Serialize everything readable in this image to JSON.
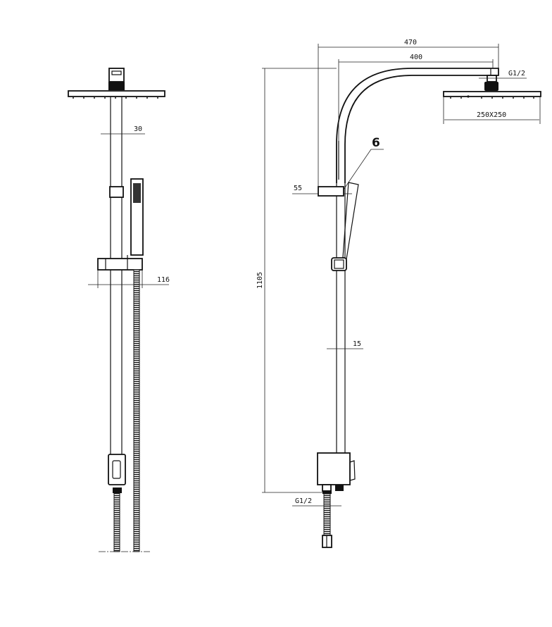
{
  "drawing": {
    "front_view": {
      "pole_width_label": "30",
      "holder_depth_label": "116"
    },
    "side_view": {
      "overall_reach_label": "470",
      "arm_reach_label": "400",
      "head_connection_label": "G1/2",
      "head_size_label": "250X250",
      "part_number_label": "6",
      "slider_label": "55",
      "height_label": "1105",
      "pipe_label": "15",
      "inlet_connection_label": "G1/2"
    }
  }
}
